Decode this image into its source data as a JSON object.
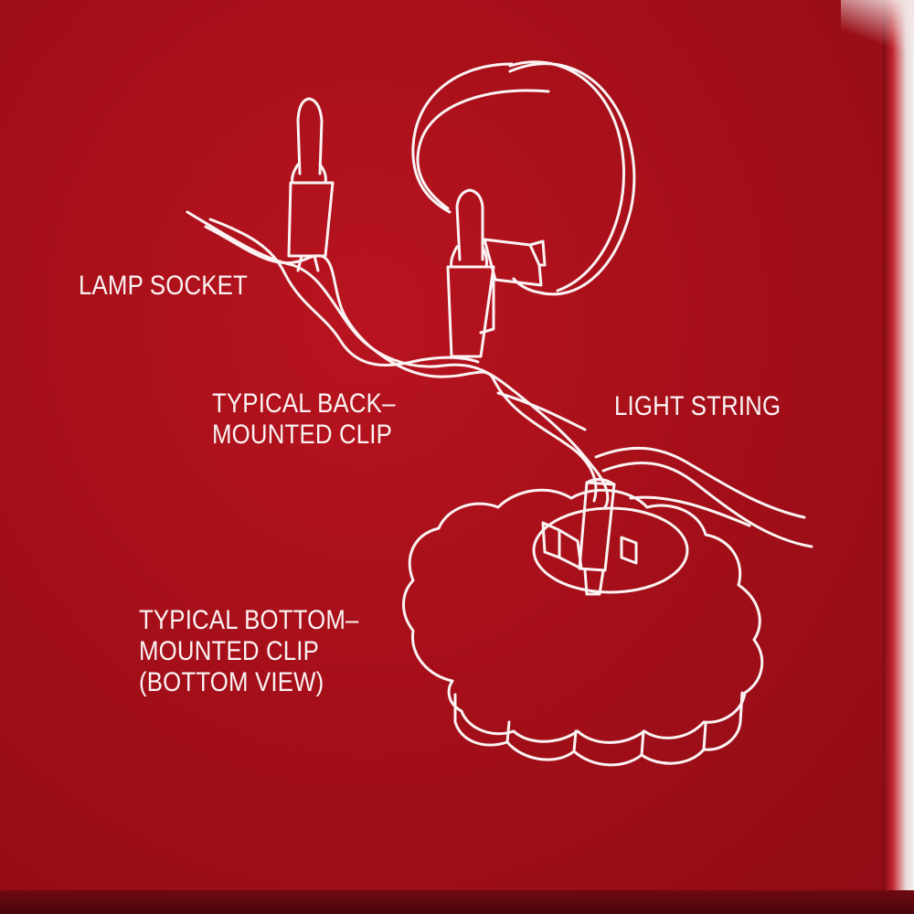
{
  "labels": {
    "lamp_socket": "LAMP SOCKET",
    "back_clip_line1": "TYPICAL BACK–",
    "back_clip_line2": "MOUNTED CLIP",
    "light_string": "LIGHT STRING",
    "bottom_clip_line1": "TYPICAL BOTTOM–",
    "bottom_clip_line2": "MOUNTED CLIP",
    "bottom_clip_line3": "(BOTTOM VIEW)"
  },
  "colors": {
    "background": "#a50f19",
    "line_art": "#fbf3f3"
  }
}
